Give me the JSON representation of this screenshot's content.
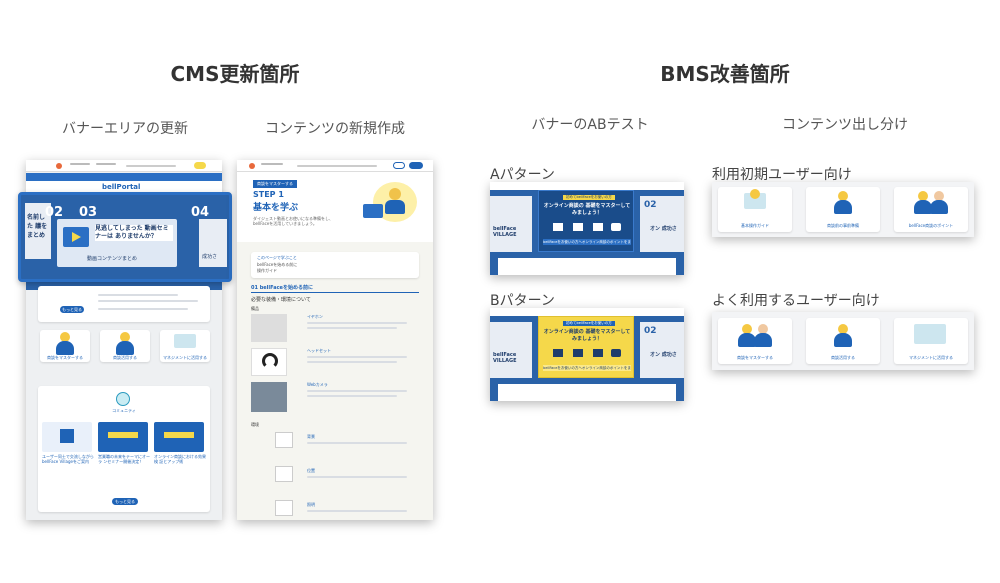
{
  "headings": {
    "cms": "CMS更新箇所",
    "bms": "BMS改善箇所"
  },
  "subheadings": {
    "banner_update": "バナーエリアの更新",
    "content_new": "コンテンツの新規作成",
    "banner_ab": "バナーのABテスト",
    "content_split": "コンテンツ出し分け"
  },
  "labels": {
    "pattern_a": "Aパターン",
    "pattern_b": "Bパターン",
    "early_users": "利用初期ユーザー向け",
    "frequent_users": "よく利用するユーザー向け"
  },
  "site": {
    "logo": "bellPortal",
    "banner_num_left": "02",
    "banner_num_mid": "03",
    "banner_num_right": "04",
    "banner_headline": "見逃してしまった 動画セミナーは ありませんか？",
    "banner_caption": "動画コンテンツまとめ",
    "left_banner_text": "名前した 議を まとめ",
    "right_banner_text": "成功さ",
    "cta_more": "もっと見る",
    "tile_1": "商談をマスターする",
    "tile_2": "商談活用する",
    "tile_3": "マネジメントに活用する",
    "community_title": "コミュニティ",
    "card_1": "ユーザー同士で交流しながら bellFace Villageをご案内",
    "card_2": "営業職の未来をテーマにオーラ ンセミナー開催決定！",
    "card_3": "オンライン商談における効果検 証とアップ術",
    "cta_more_bottom": "もっと見る"
  },
  "content_page": {
    "tag": "商談をマスターする",
    "step": "STEP 1",
    "title": "基本を学ぶ",
    "intro": "ダイジェスト動画とお使いになる準備をし、bellFaceを活用していきましょう。",
    "toc_title": "このページで学ぶこと",
    "toc_1": "bellFaceを始める前に",
    "toc_2": "操作ガイド",
    "section_title": "01 bellFaceを始める前に",
    "subsection": "必要な装備・環境について",
    "equipment": "備品",
    "item_1": "イヤホン",
    "item_2": "ヘッドセット",
    "item_3": "Webカメラ",
    "environment": "環境",
    "env_1": "背景",
    "env_2": "位置",
    "env_3": "照明"
  },
  "ab_banner": {
    "tag": "初めてbellFaceをお使いの方",
    "headline": "オンライン商談の 基礎をマスターしてみましょう！",
    "caption": "bellFaceをお使いの方へオンライン商談のポイントをまとめました",
    "side_left": "bellFace VILLAGE",
    "side_right": "オン 成功さ",
    "num": "02"
  },
  "tiles_early": [
    "基本操作ガイド",
    "商談前の事前準備",
    "bellFace商談のポイント"
  ],
  "tiles_frequent": [
    "商談をマスターする",
    "商談活用する",
    "マネジメントに活用する"
  ],
  "colors": {
    "brand_blue": "#1f63b6",
    "highlight_blue": "#2b6fc4",
    "accent_yellow": "#f5d84a"
  }
}
